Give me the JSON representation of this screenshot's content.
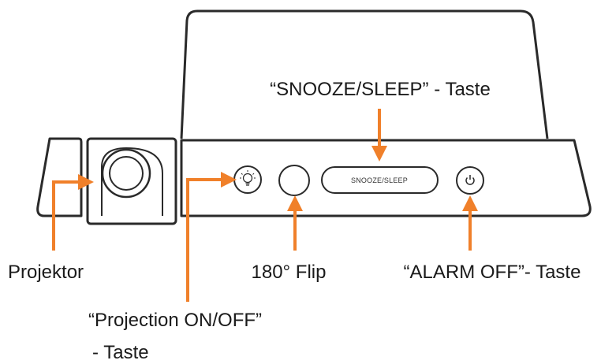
{
  "labels": {
    "snooze": "“SNOOZE/SLEEP” - Taste",
    "projektor": "Projektor",
    "flip": "180° Flip",
    "alarm_off": "“ALARM OFF”- Taste",
    "projection_line1": "“Projection ON/OFF”",
    "projection_line2": "- Taste"
  },
  "device": {
    "snooze_button_text": "SNOOZE/SLEEP"
  },
  "colors": {
    "arrow": "#f0802a",
    "outline": "#2a2a2a",
    "text": "#1a1a1a"
  },
  "icons": {
    "projection_button": "lightbulb-icon",
    "alarm_off_button": "power-icon"
  }
}
